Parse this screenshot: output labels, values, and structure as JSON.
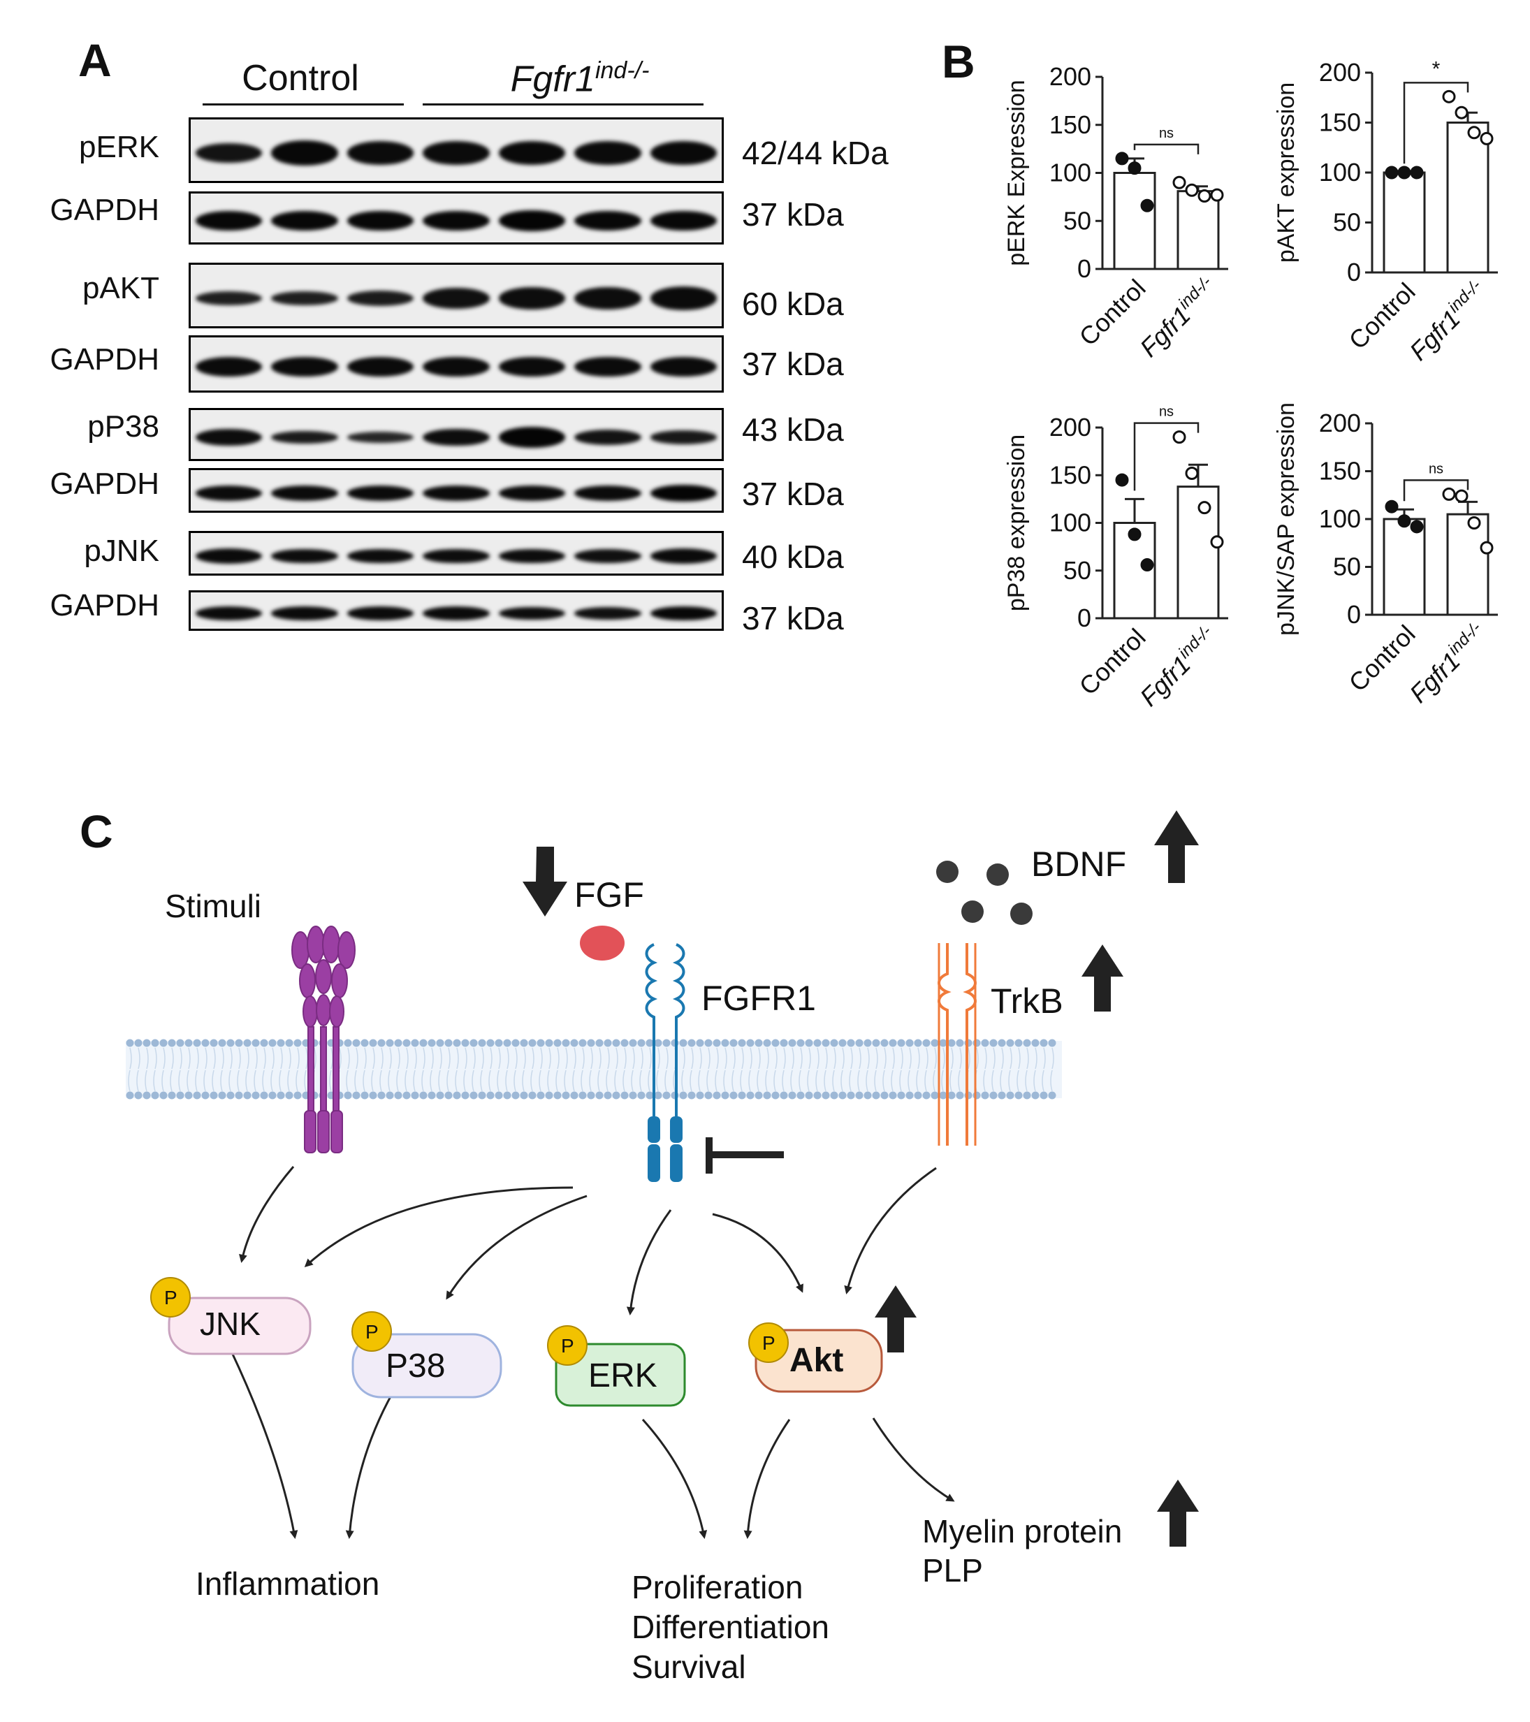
{
  "panel_a": {
    "letter": "A",
    "groups": [
      {
        "label": "Control",
        "lanes": 3
      },
      {
        "label": "Fgfr1",
        "superscript": "ind-/-",
        "lanes": 4
      }
    ],
    "blots": [
      {
        "label": "pERK",
        "kda": "42/44 kDa",
        "intensity": [
          0.75,
          0.95,
          0.9,
          0.9,
          0.92,
          0.9,
          0.92
        ]
      },
      {
        "label": "GAPDH",
        "kda": "37 kDa",
        "intensity": [
          0.95,
          0.95,
          0.95,
          0.95,
          1.0,
          0.95,
          0.95
        ]
      },
      {
        "label": "pAKT",
        "kda": "60 kDa",
        "intensity": [
          0.55,
          0.55,
          0.6,
          0.8,
          0.85,
          0.85,
          0.9
        ]
      },
      {
        "label": "GAPDH",
        "kda": "37 kDa",
        "intensity": [
          0.9,
          0.9,
          0.9,
          0.9,
          0.9,
          0.9,
          0.9
        ]
      },
      {
        "label": "pP38",
        "kda": "43 kDa",
        "intensity": [
          0.85,
          0.6,
          0.4,
          0.85,
          1.0,
          0.75,
          0.65
        ]
      },
      {
        "label": "GAPDH",
        "kda": "37 kDa",
        "intensity": [
          0.9,
          0.9,
          0.9,
          0.9,
          0.9,
          0.9,
          1.0
        ]
      },
      {
        "label": "pJNK",
        "kda": "40 kDa",
        "intensity": [
          0.9,
          0.85,
          0.85,
          0.85,
          0.85,
          0.8,
          0.9
        ]
      },
      {
        "label": "GAPDH",
        "kda": "37 kDa",
        "intensity": [
          0.9,
          0.9,
          0.9,
          0.9,
          0.85,
          0.8,
          0.95
        ]
      }
    ]
  },
  "panel_b": {
    "letter": "B",
    "x_categories": [
      "Control",
      "Fgfr1"
    ],
    "x_superscript": "ind-/-"
  },
  "chart_data": [
    {
      "type": "bar",
      "ylabel": "pERK Expression",
      "ylim": [
        0,
        200
      ],
      "yticks": [
        0,
        50,
        100,
        150,
        200
      ],
      "categories": [
        "Control",
        "Fgfr1ind-/-"
      ],
      "values": [
        100,
        81
      ],
      "sem": [
        15,
        5
      ],
      "points": [
        [
          115,
          105,
          66
        ],
        [
          90,
          82,
          76,
          77
        ]
      ],
      "significance": "ns"
    },
    {
      "type": "bar",
      "ylabel": "pAKT expression",
      "ylim": [
        0,
        200
      ],
      "yticks": [
        0,
        50,
        100,
        150,
        200
      ],
      "categories": [
        "Control",
        "Fgfr1ind-/-"
      ],
      "values": [
        100,
        150
      ],
      "sem": [
        0.5,
        10
      ],
      "points": [
        [
          100,
          100,
          100
        ],
        [
          176,
          160,
          140,
          134
        ]
      ],
      "significance": "*"
    },
    {
      "type": "bar",
      "ylabel": "pP38 expression",
      "ylim": [
        0,
        200
      ],
      "yticks": [
        0,
        50,
        100,
        150,
        200
      ],
      "categories": [
        "Control",
        "Fgfr1ind-/-"
      ],
      "values": [
        100,
        138
      ],
      "sem": [
        25,
        23
      ],
      "points": [
        [
          145,
          88,
          56
        ],
        [
          190,
          152,
          116,
          80
        ]
      ],
      "significance": "ns"
    },
    {
      "type": "bar",
      "ylabel": "pJNK/SAP expression",
      "ylim": [
        0,
        200
      ],
      "yticks": [
        0,
        50,
        100,
        150,
        200
      ],
      "categories": [
        "Control",
        "Fgfr1ind-/-"
      ],
      "values": [
        100,
        105
      ],
      "sem": [
        10,
        13
      ],
      "points": [
        [
          113,
          98,
          92
        ],
        [
          126,
          124,
          96,
          70
        ]
      ],
      "significance": "ns"
    }
  ],
  "panel_c": {
    "letter": "C",
    "labels": {
      "stimuli": "Stimuli",
      "fgf": "FGF",
      "fgfr1": "FGFR1",
      "bdnf": "BDNF",
      "trkb": "TrkB",
      "jnk": "JNK",
      "p38": "P38",
      "erk": "ERK",
      "akt": "Akt",
      "phospho": "P",
      "inflammation": "Inflammation",
      "outcome_lines": [
        "Proliferation",
        "Differentiation",
        "Survival"
      ],
      "myelin_line1": "Myelin protein",
      "myelin_line2": "PLP"
    },
    "colors": {
      "stimuli_receptor": "#9b3fa3",
      "fgfr1": "#1a78b0",
      "trkb": "#f07a3a",
      "fgf": "#e25258",
      "bdnf": "#3a3a3a",
      "phospho": "#f2c200",
      "jnk_fill": "#fbe9f2",
      "jnk_border": "#c9a3bf",
      "p38_fill": "#f1ecf8",
      "p38_border": "#9fb3df",
      "erk_fill": "#d8f1d8",
      "erk_border": "#2d8a2d",
      "akt_fill": "#fbe3cf",
      "akt_border": "#b85a3c",
      "membrane": "#9db8d6"
    }
  }
}
